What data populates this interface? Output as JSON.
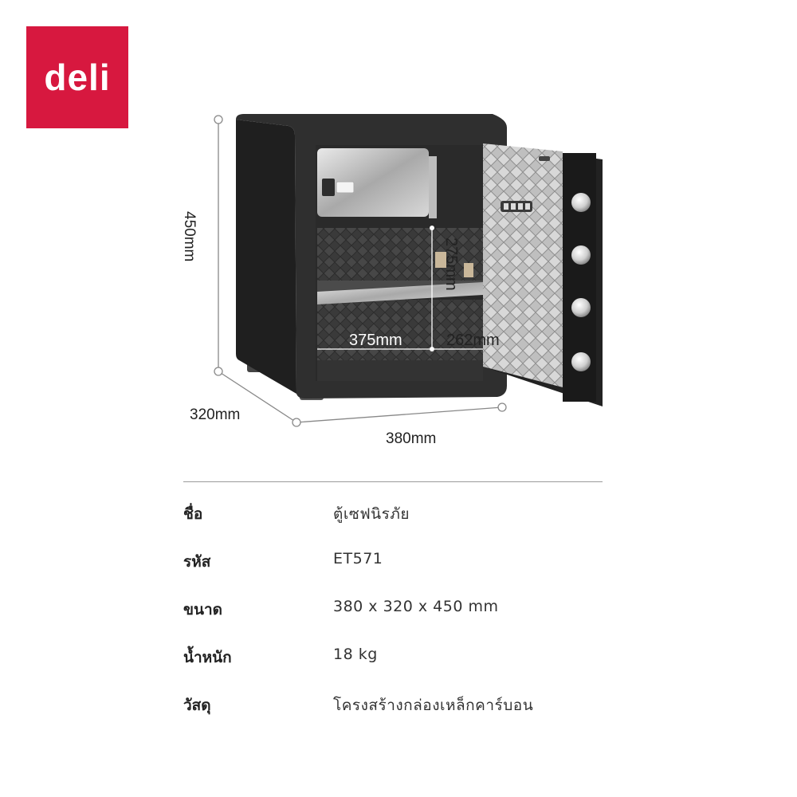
{
  "brand": {
    "logo_text": "deli",
    "color": "#d7183f"
  },
  "dimensions": {
    "height": "450mm",
    "depth": "320mm",
    "width": "380mm",
    "inner_height": "275mm",
    "inner_width": "375mm",
    "inner_depth": "262mm"
  },
  "specs": [
    {
      "label": "ชื่อ",
      "value": "ตู้เซฟนิรภัย"
    },
    {
      "label": "รหัส",
      "value": "ET571"
    },
    {
      "label": "ขนาด",
      "value": "380 x 320 x 450 mm"
    },
    {
      "label": "น้ำหนัก",
      "value": "18 kg"
    },
    {
      "label": "วัสดุ",
      "value": "โครงสร้างกล่องเหล็กคาร์บอน"
    }
  ]
}
